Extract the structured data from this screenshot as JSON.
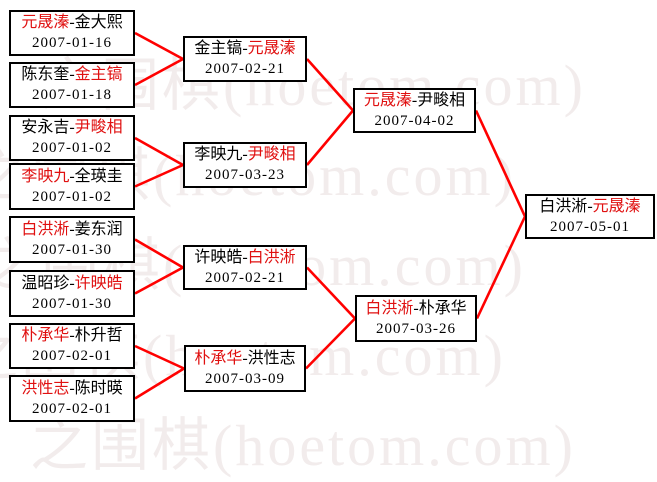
{
  "watermark": {
    "text": "之围棋(hoetom.com)"
  },
  "colors": {
    "line": "#ff0000",
    "winner_text": "#e01010",
    "box_border": "#000000",
    "watermark_text": "#f2ecec"
  },
  "matches": [
    {
      "id": "r1m1",
      "round": 1,
      "left": "元晟溱",
      "right": "金大熙",
      "red": "left",
      "date": "2007-01-16"
    },
    {
      "id": "r1m2",
      "round": 1,
      "left": "陈东奎",
      "right": "金主镐",
      "red": "right",
      "date": "2007-01-18"
    },
    {
      "id": "r1m3",
      "round": 1,
      "left": "安永吉",
      "right": "尹畯相",
      "red": "right",
      "date": "2007-01-02"
    },
    {
      "id": "r1m4",
      "round": 1,
      "left": "李映九",
      "right": "全瑛圭",
      "red": "left",
      "date": "2007-01-02"
    },
    {
      "id": "r1m5",
      "round": 1,
      "left": "白洪淅",
      "right": "姜东润",
      "red": "left",
      "date": "2007-01-30"
    },
    {
      "id": "r1m6",
      "round": 1,
      "left": "温昭珍",
      "right": "许映皓",
      "red": "right",
      "date": "2007-01-30"
    },
    {
      "id": "r1m7",
      "round": 1,
      "left": "朴承华",
      "right": "朴升哲",
      "red": "left",
      "date": "2007-02-01"
    },
    {
      "id": "r1m8",
      "round": 1,
      "left": "洪性志",
      "right": "陈时暎",
      "red": "left",
      "date": "2007-02-01"
    },
    {
      "id": "r2m1",
      "round": 2,
      "left": "金主镐",
      "right": "元晟溱",
      "red": "right",
      "date": "2007-02-21"
    },
    {
      "id": "r2m2",
      "round": 2,
      "left": "李映九",
      "right": "尹畯相",
      "red": "right",
      "date": "2007-03-23"
    },
    {
      "id": "r2m3",
      "round": 2,
      "left": "许映皓",
      "right": "白洪淅",
      "red": "right",
      "date": "2007-02-21"
    },
    {
      "id": "r2m4",
      "round": 2,
      "left": "朴承华",
      "right": "洪性志",
      "red": "left",
      "date": "2007-03-09"
    },
    {
      "id": "r3m1",
      "round": 3,
      "left": "元晟溱",
      "right": "尹畯相",
      "red": "left",
      "date": "2007-04-02"
    },
    {
      "id": "r3m2",
      "round": 3,
      "left": "白洪淅",
      "right": "朴承华",
      "red": "left",
      "date": "2007-03-26"
    },
    {
      "id": "final",
      "round": 4,
      "left": "白洪淅",
      "right": "元晟溱",
      "red": "right",
      "date": "2007-05-01"
    }
  ]
}
